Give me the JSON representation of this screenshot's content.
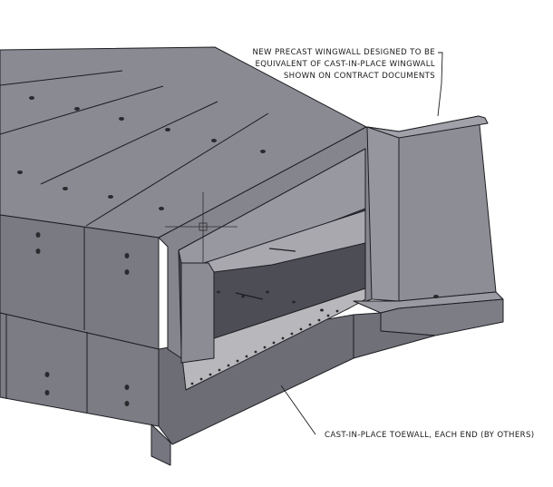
{
  "annotations": {
    "wingwall_note": [
      "NEW PRECAST WINGWALL DESIGNED TO BE",
      "EQUIVALENT OF CAST-IN-PLACE WINGWALL",
      "SHOWN ON CONTRACT DOCUMENTS"
    ],
    "toewall_note": "CAST-IN-PLACE TOEWALL, EACH END (BY OTHERS)"
  },
  "colors": {
    "face_top": "#8a8a93",
    "face_front": "#7a7a83",
    "face_side": "#91919a",
    "edge": "#1d1d22",
    "interior": "#b4b4b8",
    "hole": "#2a2a2e"
  }
}
